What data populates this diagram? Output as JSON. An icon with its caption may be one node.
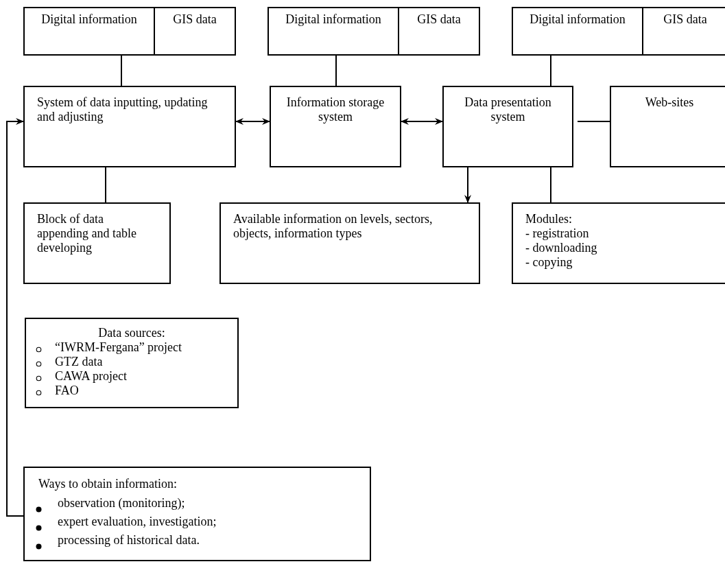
{
  "diagram": {
    "nodes": [
      {
        "text": [
          "Digital information"
        ]
      },
      {
        "text": [
          "GIS data"
        ]
      },
      {
        "text": [
          "Digital information"
        ]
      },
      {
        "text": [
          "GIS data"
        ]
      },
      {
        "text": [
          "Digital information"
        ]
      },
      {
        "text": [
          "GIS data"
        ]
      },
      {
        "text": [
          "System of data inputting, updating and adjusting"
        ]
      },
      {
        "text": [
          "Information storage system"
        ]
      },
      {
        "text": [
          "Data presentation system"
        ]
      },
      {
        "text": [
          "Web-sites"
        ]
      },
      {
        "text": [
          "Block of data appending and table developing"
        ]
      },
      {
        "text": [
          "Available information on levels, sectors, objects, information types"
        ]
      },
      {
        "text": [
          "Modules:",
          "- registration",
          "- downloading",
          "- copying"
        ]
      },
      {
        "text": [
          "Data sources:",
          "“IWRM-Fergana” project",
          "GTZ data",
          "CAWA project",
          "FAO"
        ]
      },
      {
        "text": [
          "Ways to obtain information:",
          "observation (monitoring);",
          "expert evaluation, investigation;",
          "processing of historical data."
        ]
      }
    ],
    "edges": [
      {
        "from": 0,
        "to": 6,
        "arrow": "none"
      },
      {
        "from": 2,
        "to": 7,
        "arrow": "none"
      },
      {
        "from": 4,
        "to": 8,
        "arrow": "none"
      },
      {
        "from": 6,
        "to": 7,
        "arrow": "both"
      },
      {
        "from": 7,
        "to": 8,
        "arrow": "both"
      },
      {
        "from": 8,
        "to": 9,
        "arrow": "none"
      },
      {
        "from": 6,
        "to": 10,
        "arrow": "none"
      },
      {
        "from": 8,
        "to": 11,
        "arrow": "to"
      },
      {
        "from": 8,
        "to": 12,
        "arrow": "none"
      },
      {
        "from": 14,
        "to": 6,
        "arrow": "to"
      }
    ]
  }
}
